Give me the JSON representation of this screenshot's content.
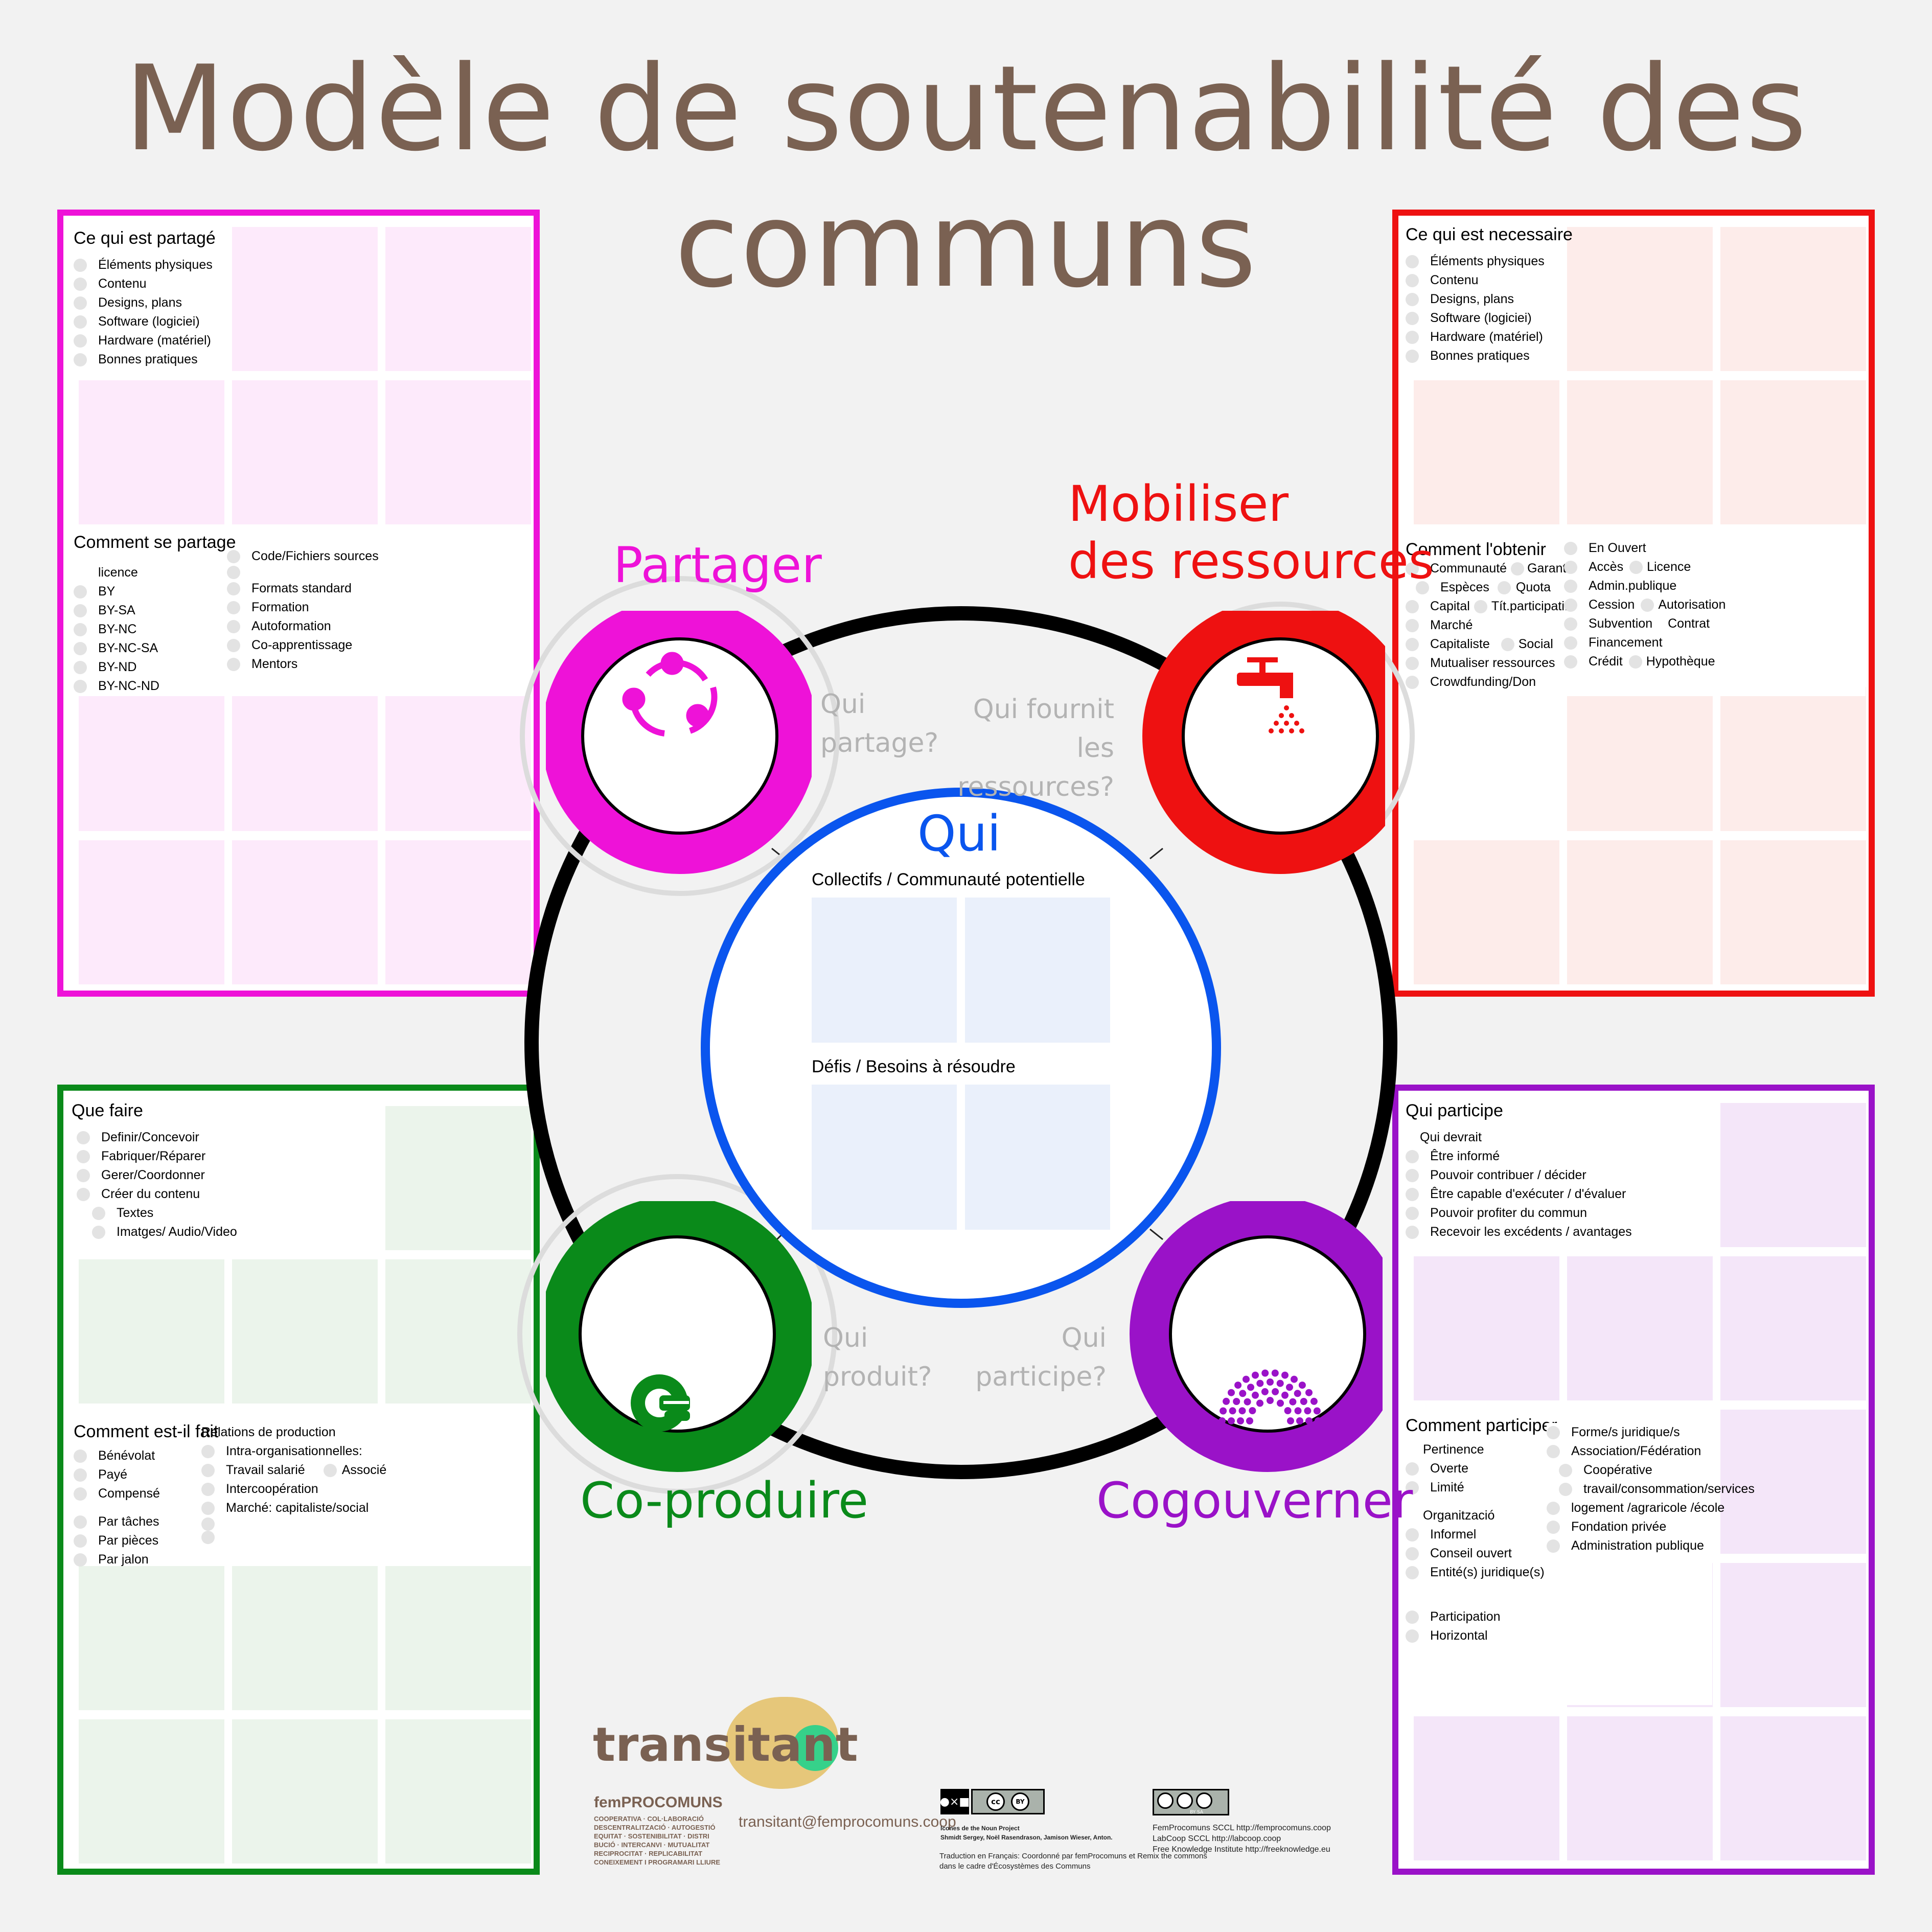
{
  "title": "Modèle de soutenabilité des communs",
  "colors": {
    "magenta": "#ee12d8",
    "red": "#ee1111",
    "green": "#0a8a1a",
    "purple": "#9a12c8",
    "blue": "#0a55ee",
    "title": "#7a6152",
    "question": "#b3b3b3"
  },
  "partager": {
    "label": "Partager",
    "question_line1": "Qui",
    "question_line2": "partage?",
    "icon": "share-network-icon"
  },
  "mobiliser": {
    "label_line1": "Mobiliser",
    "label_line2": "des  ressources",
    "question_line1": "Qui fournit",
    "question_line2": "les ressources?",
    "icon": "water-tap-icon"
  },
  "coproduire": {
    "label": "Co-produire",
    "question_line1": "Qui",
    "question_line2": "produit?",
    "icon": "hands-icon"
  },
  "cogouverner": {
    "label": "Cogouverner",
    "question_line1": "Qui",
    "question_line2": "participe?",
    "icon": "parliament-icon"
  },
  "qui": {
    "title": "Qui",
    "collectifs": "Collectifs / Communauté potentielle",
    "defis": "Défis / Besoins à résoudre"
  },
  "panel_tl": {
    "head1": "Ce qui est partagé",
    "items1": [
      "Éléments physiques",
      "Contenu",
      "Designs, plans",
      "Software (logiciei)",
      "Hardware (matériel)",
      "Bonnes pratiques"
    ],
    "head2": "Comment se partage",
    "licence_label": "licence",
    "licences": [
      "BY",
      "BY-SA",
      "BY-NC",
      "BY-NC-SA",
      "BY-ND",
      "BY-NC-ND"
    ],
    "code_label": "Code/Fichiers sources",
    "items2": [
      "Formats standard",
      "Formation",
      "Autoformation",
      "Co-apprentissage",
      "Mentors"
    ]
  },
  "panel_tr": {
    "head1": "Ce qui est necessaire",
    "items1": [
      "Éléments physiques",
      "Contenu",
      "Designs, plans",
      "Software (logiciei)",
      "Hardware (matériel)",
      "Bonnes pratiques"
    ],
    "head2": "Comment l'obtenir",
    "col1": [
      "Communauté",
      "Espèces",
      "Capital",
      "Marché",
      "Capitaliste",
      "Mutualiser ressources",
      "Crowdfunding/Don"
    ],
    "garantie": "Garantie",
    "quota": "Quota",
    "tit": "Tít.participatif",
    "social": "Social",
    "en_ouvert": "En Ouvert",
    "acces": "Accès",
    "licence": "Licence",
    "admin": "Admin.publique",
    "cession": "Cession",
    "autorisation": "Autorisation",
    "subvention": "Subvention",
    "contrat": "Contrat",
    "financement": "Financement",
    "credit": "Crédit",
    "hypotheque": "Hypothèque"
  },
  "panel_bl": {
    "head1": "Que faire",
    "items1": [
      "Definir/Concevoir",
      "Fabriquer/Réparer",
      "Gerer/Coordonner",
      "Créer du contenu"
    ],
    "sub1": [
      "Textes",
      "Imatges/ Audio/Video"
    ],
    "head2": "Comment est-il fait",
    "items2a": [
      "Bénévolat",
      "Payé",
      "Compensé"
    ],
    "items2b": [
      "Par tâches",
      "Par pièces",
      "Par jalon"
    ],
    "relations_label": "Relations de production",
    "intra": "Intra-organisationnelles:",
    "travail": "Travail salarié",
    "associe": "Associé",
    "intercoop": "Intercoopération",
    "marche": "Marché: capitaliste/social"
  },
  "panel_br": {
    "head1": "Qui participe",
    "qui_devrait": "Qui devrait",
    "items1": [
      "Être informé",
      "Pouvoir contribuer / décider",
      "Être capable d'exécuter / d'évaluer",
      "Pouvoir profiter du commun",
      "Recevoir les excédents / avantages"
    ],
    "head2": "Comment  participer",
    "pertinence": "Pertinence",
    "pert_items": [
      "Overte",
      "Limité"
    ],
    "organitzacio": "Organització",
    "org_items": [
      "Informel",
      "Conseil ouvert",
      "Entité(s) juridique(s)"
    ],
    "participation": "Participation",
    "horizontal": "Horizontal",
    "formes": "Forme/s juridique/s",
    "association": "Association/Fédération",
    "cooperative": "Coopérative",
    "travail": "travail/consommation/services",
    "logement": "logement /agraricole /école",
    "fondation": "Fondation privée",
    "administration": "Administration publique"
  },
  "footer": {
    "brand": "transitant",
    "brand2": "femPROCOMUNS",
    "brand2_lines": [
      "COOPERATIVA · COL·LABORACIÓ",
      "DESCENTRALITZACIÓ · AUTOGESTIÓ",
      "EQUITAT · SOSTENIBILITAT · DISTRI",
      "BUCIÓ · INTERCANVI · MUTUALITAT",
      "RECIPROCITAT · REPLICABILITAT",
      "CONEIXEMENT I PROGRAMARI LLIURE"
    ],
    "email": "transitant@femprocomuns.coop",
    "icons_credit1": "Icones de the Noun Project",
    "icons_credit2": "Shmidt Sergey, Noël Rasendrason, Jamison Wieser, Anton.",
    "traduction1": "Traduction en Français: Coordonné par femProcomuns et Remix the commons",
    "traduction2": "dans le cadre d'Écosystèmes des Communs",
    "cc_line1": "FemProcomuns SCCL http://femprocomuns.coop",
    "cc_line2": "LabCoop SCCL http://labcoop.coop",
    "cc_line3": "Free Knowledge Institute http://freeknowledge.eu",
    "cc_by": "BY",
    "cc_bysa": "BY   SA",
    "cc": "cc"
  }
}
